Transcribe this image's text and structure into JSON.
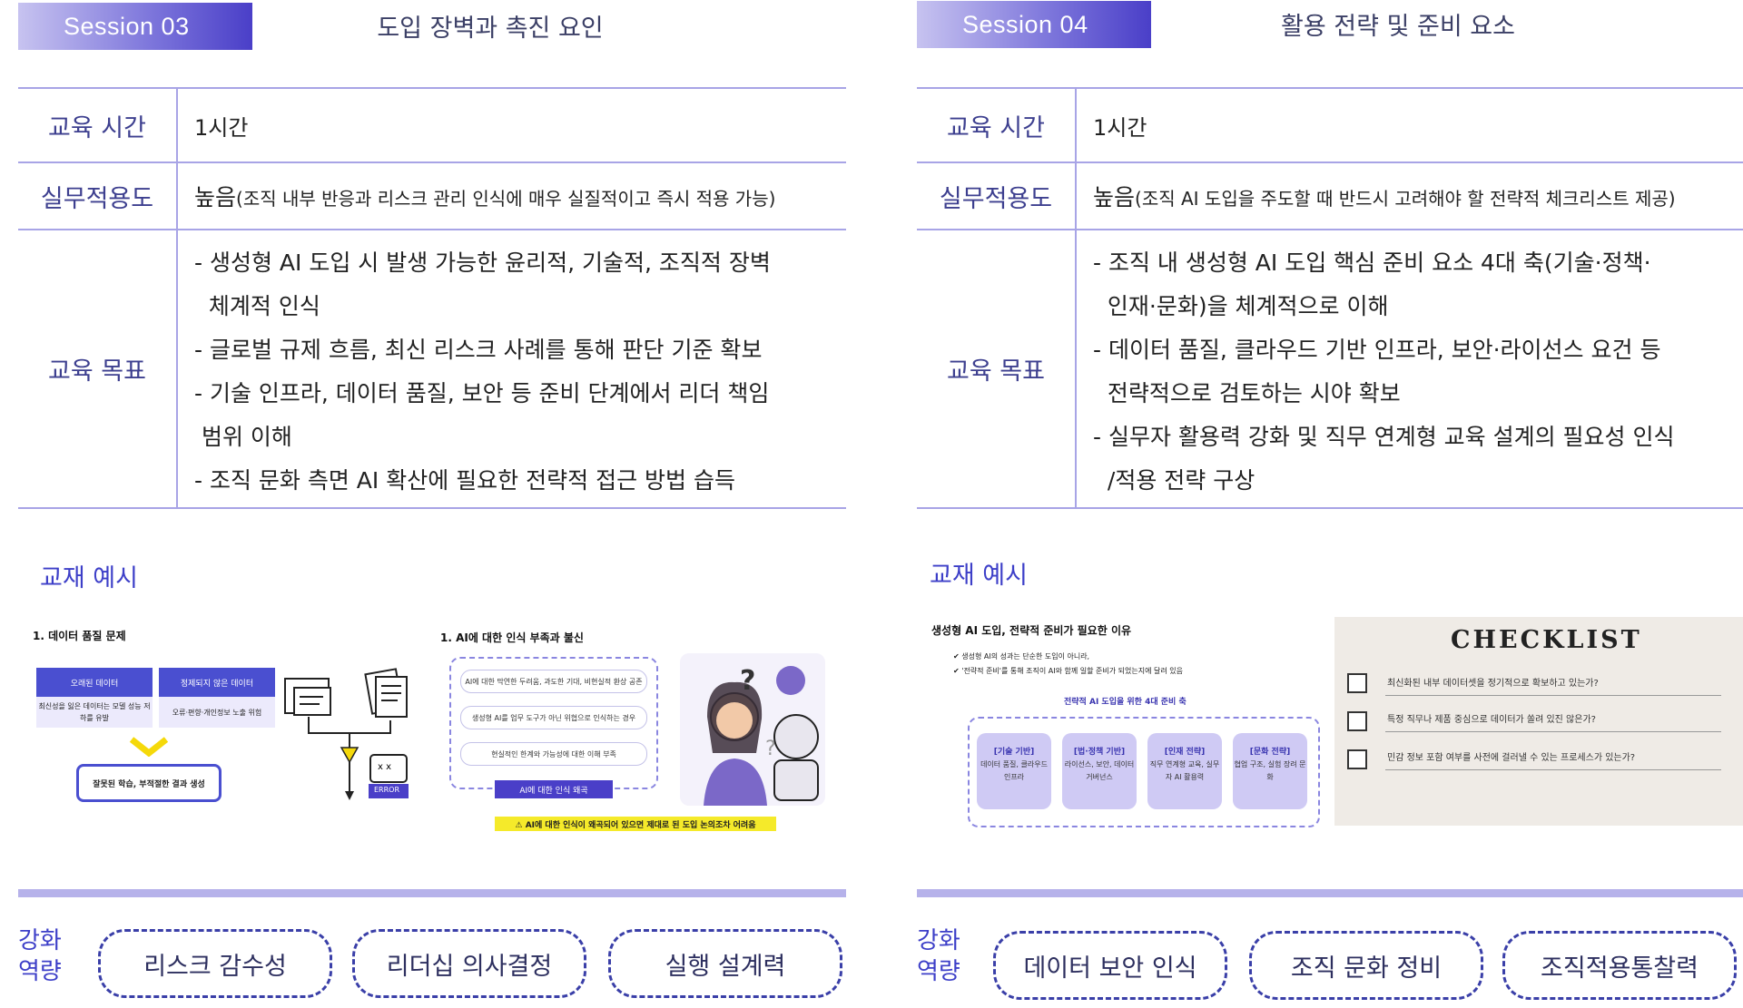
{
  "sessions": [
    {
      "badge": "Session 03",
      "title": "도입 장벽과 촉진 요인",
      "rows": {
        "time_label": "교육 시간",
        "time_value": "1시간",
        "practical_label": "실무적용도",
        "practical_main": "높음",
        "practical_sub": "(조직 내부 반응과 리스크 관리 인식에 매우 실질적이고 즉시 적용 가능)",
        "goal_label": "교육 목표",
        "goals": [
          "- 생성형 AI 도입 시 발생 가능한 윤리적, 기술적, 조직적 장벽",
          "  체계적 인식",
          "- 글로벌 규제 흐름, 최신 리스크 사례를 통해 판단 기준 확보",
          "- 기술 인프라, 데이터 품질, 보안 등 준비 단계에서 리더 책임",
          " 범위 이해",
          "- 조직 문화 측면 AI 확산에 필요한 전략적 접근 방법 습득"
        ]
      },
      "material_label": "교재 예시",
      "materials": {
        "a_title": "1.  데이터 품질 문제",
        "a_block1": "오래된 데이터",
        "a_block1_sub": "최신성을 잃은 데이터는 모델 성능 저하를 유발",
        "a_block2": "정제되지 않은 데이터",
        "a_block2_sub": "오류·편향·개인정보 노출 위험",
        "a_result": "잘못된 학습, 부적절한 결과 생성",
        "a_error": "ERROR",
        "b_title": "1.  AI에 대한 인식 부족과 불신",
        "b_lines": [
          "AI에 대한 막연한 두려움, 과도한 기대, 비현실적 환상 공존",
          "생성형 AI를 업무 도구가 아닌 위협으로 인식하는 경우",
          "현실적인 한계와 가능성에 대한 이해 부족"
        ],
        "b_bar": "AI에 대한 인식 왜곡",
        "b_warning": "⚠ AI에 대한 인식이 왜곡되어 있으면 제대로 된 도입 논의조차 어려움"
      },
      "competency_label": [
        "강화",
        "역량"
      ],
      "competencies": [
        "리스크 감수성",
        "리더십 의사결정",
        "실행 설계력"
      ]
    },
    {
      "badge": "Session 04",
      "title": "활용 전략 및 준비 요소",
      "rows": {
        "time_label": "교육 시간",
        "time_value": "1시간",
        "practical_label": "실무적용도",
        "practical_main": "높음",
        "practical_sub": "(조직 AI 도입을 주도할 때 반드시 고려해야 할 전략적 체크리스트 제공)",
        "goal_label": "교육 목표",
        "goals": [
          "- 조직 내 생성형 AI 도입 핵심 준비 요소 4대 축(기술·정책·",
          "  인재·문화)을 체계적으로 이해",
          "- 데이터 품질, 클라우드 기반 인프라, 보안·라이선스 요건 등",
          "  전략적으로 검토하는 시야 확보",
          "- 실무자 활용력 강화 및 직무 연계형 교육 설계의 필요성 인식",
          "  /적용 전략 구상"
        ]
      },
      "material_label": "교재 예시",
      "materials": {
        "a_title": "생성형 AI 도입, 전략적 준비가 필요한 이유",
        "a_bullets": [
          "✔ 생성형 AI의 성과는 단순한 도입이 아니라,",
          "✔ '전략적 준비'를 통해 조직이 AI와 함께 일할 준비가 되었는지에 달려 있음"
        ],
        "a_panel_title": "전략적 AI 도입을 위한 4대 준비 축",
        "a_cards": [
          {
            "head": "[기술 기반]",
            "body": "데이터 품질, 클라우드 인프라"
          },
          {
            "head": "[법·정책 기반]",
            "body": "라이선스, 보안, 데이터 거버넌스"
          },
          {
            "head": "[인재 전략]",
            "body": "직무 연계형 교육, 실무자 AI 활용력"
          },
          {
            "head": "[문화 전략]",
            "body": "협업 구조, 실험 장려 문화"
          }
        ],
        "b_title": "CHECKLIST",
        "b_items": [
          "최신화된 내부 데이터셋을 정기적으로 확보하고 있는가?",
          "특정 직무나 제품 중심으로 데이터가 쏠려 있진 않은가?",
          "민감 정보 포함 여부를 사전에 걸러낼 수 있는 프로세스가 있는가?"
        ]
      },
      "competency_label": [
        "강화",
        "역량"
      ],
      "competencies": [
        "데이터 보안 인식",
        "조직 문화 정비",
        "조직적용통찰력"
      ]
    }
  ],
  "colors": {
    "accent": "#3d3fc8",
    "table_line": "#a8a4e6",
    "divider": "#b6b2ea",
    "pill_border": "#3a3fa8"
  }
}
